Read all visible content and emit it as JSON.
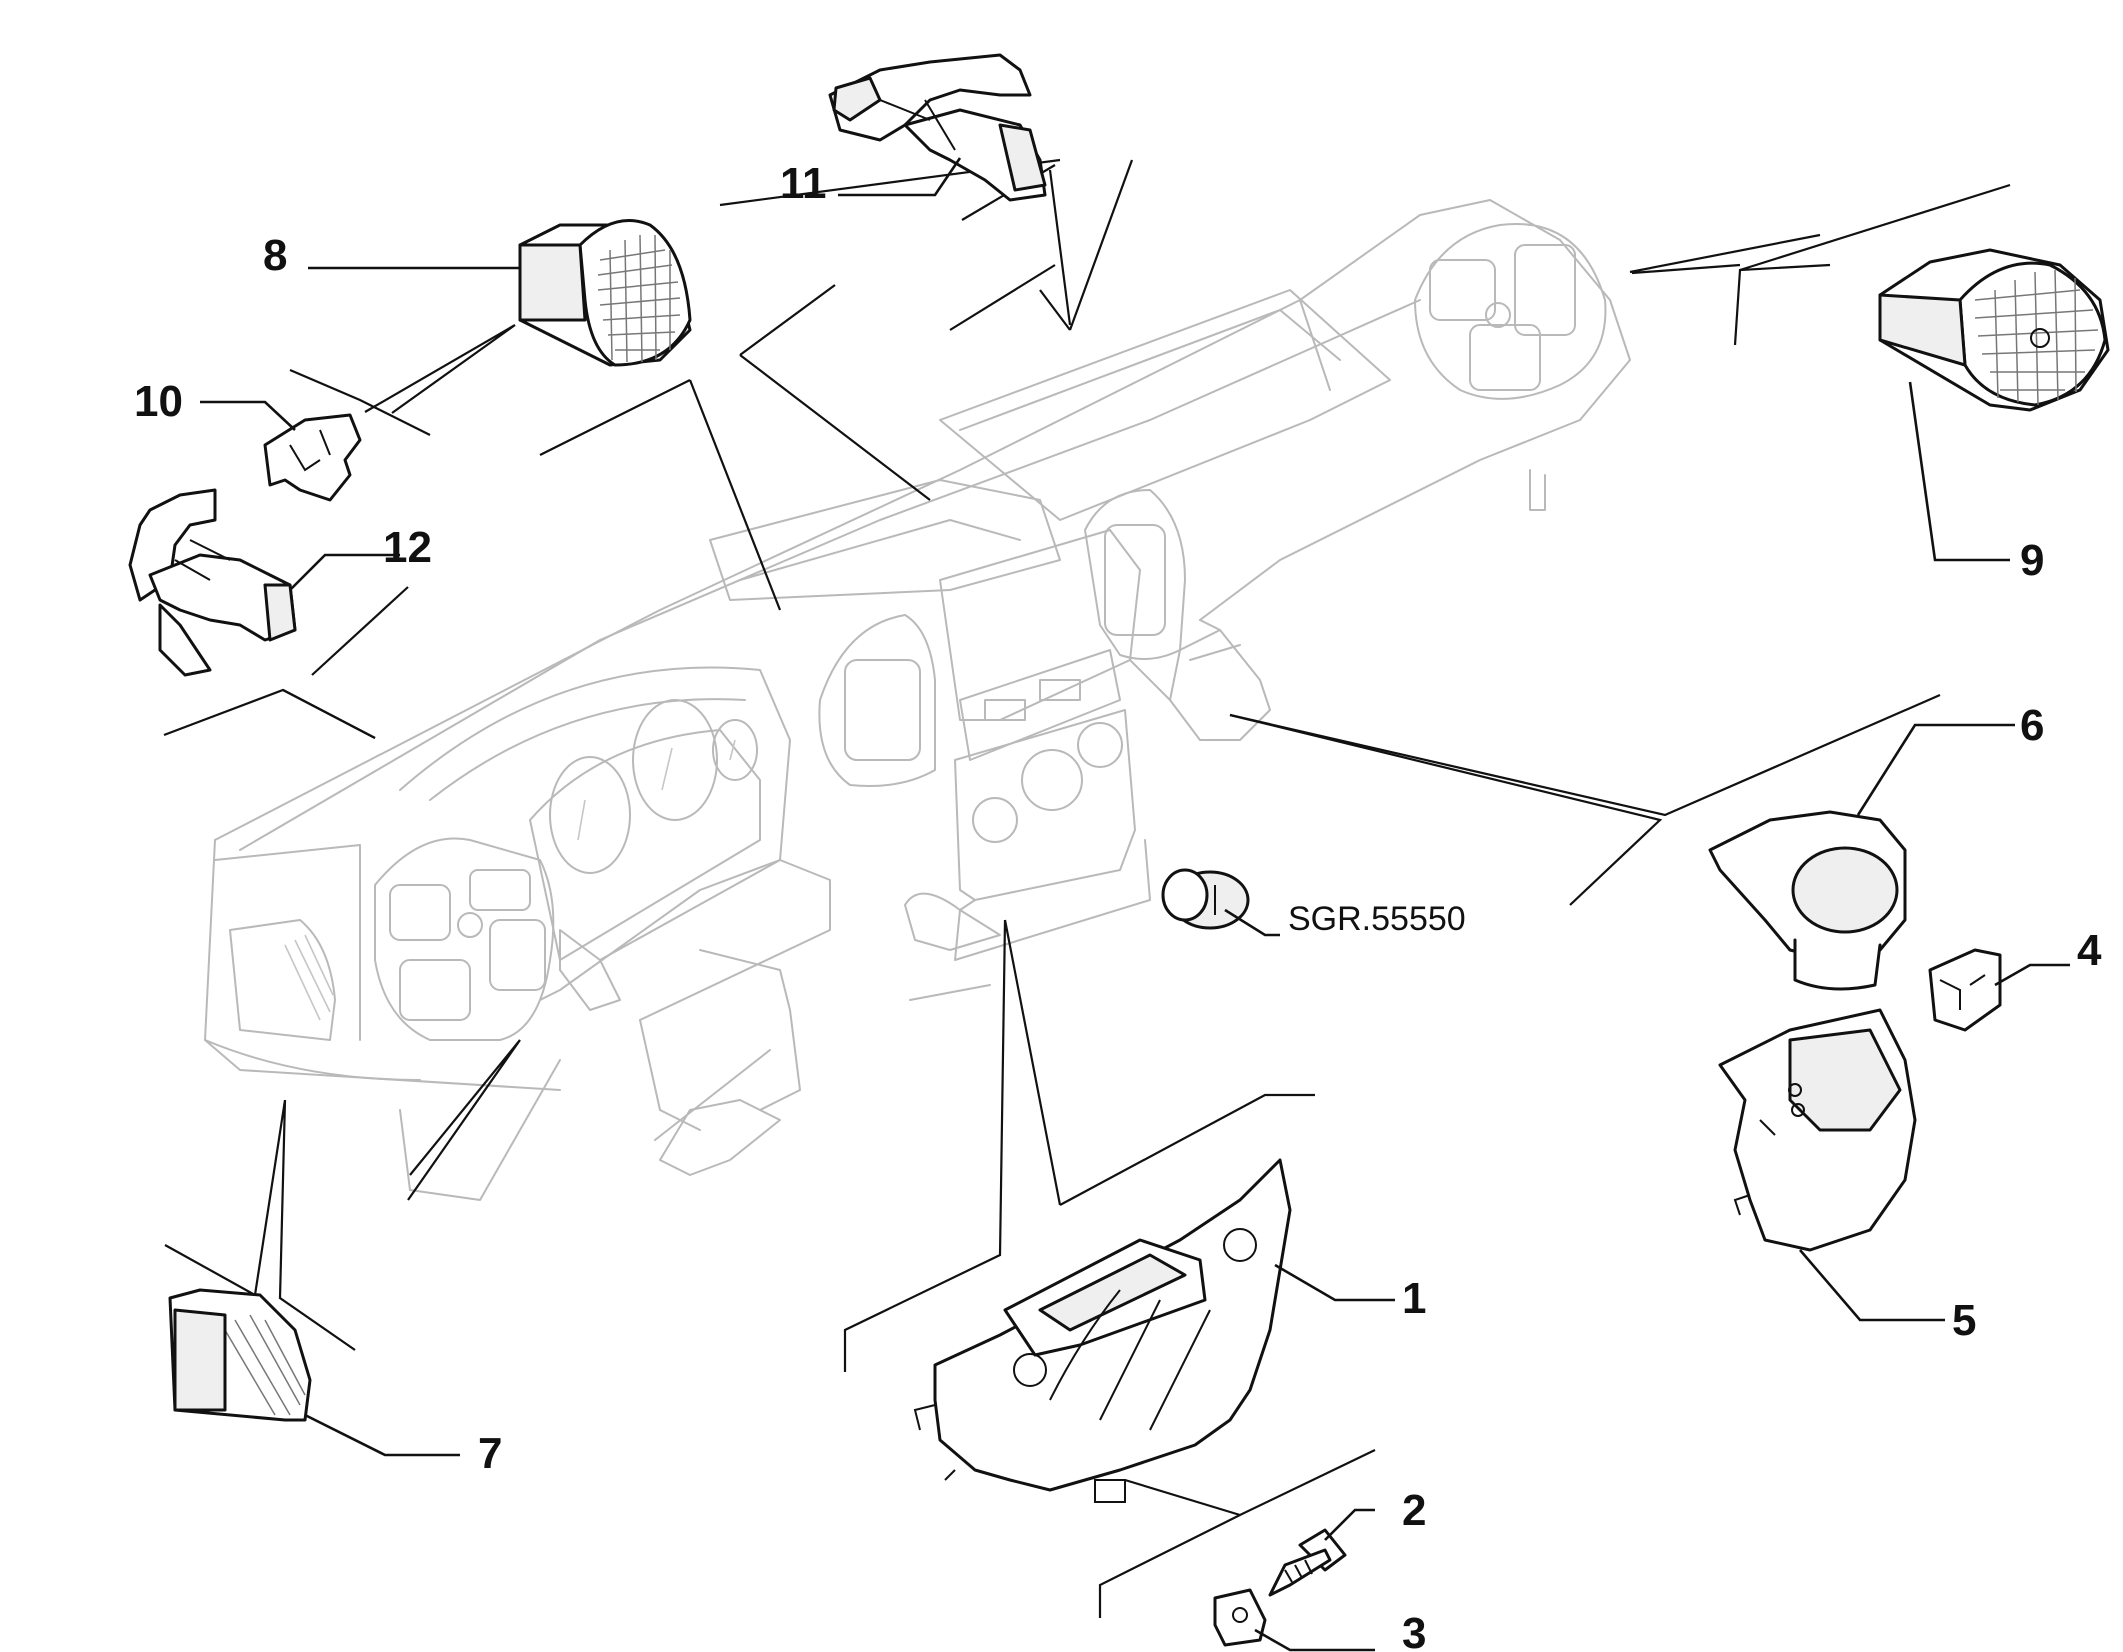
{
  "callouts": {
    "c1": "1",
    "c2": "2",
    "c3": "3",
    "c4": "4",
    "c5": "5",
    "c6": "6",
    "c7": "7",
    "c8": "8",
    "c9": "9",
    "c10": "10",
    "c11": "11",
    "c12": "12"
  },
  "reference": "SGR.55550",
  "colors": {
    "linework": "#111111",
    "background_drawing": "#b9b9b9"
  }
}
